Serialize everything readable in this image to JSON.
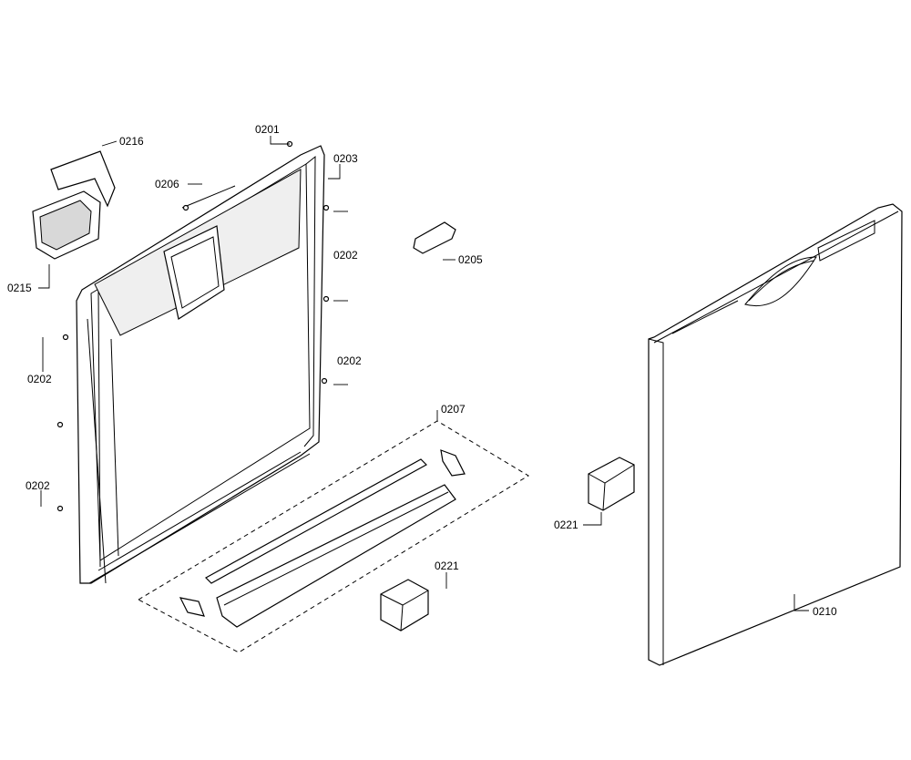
{
  "callouts": {
    "c0201": "0201",
    "c0202_upper_right": "0202",
    "c0202_mid_right": "0202",
    "c0202_left_upper": "0202",
    "c0202_left_lower": "0202",
    "c0203": "0203",
    "c0205": "0205",
    "c0206": "0206",
    "c0207": "0207",
    "c0210": "0210",
    "c0215": "0215",
    "c0216": "0216",
    "c0221_left": "0221",
    "c0221_center": "0221"
  },
  "colors": {
    "line": "#000000",
    "fill": "#ffffff",
    "shade": "#d8d8d8"
  }
}
